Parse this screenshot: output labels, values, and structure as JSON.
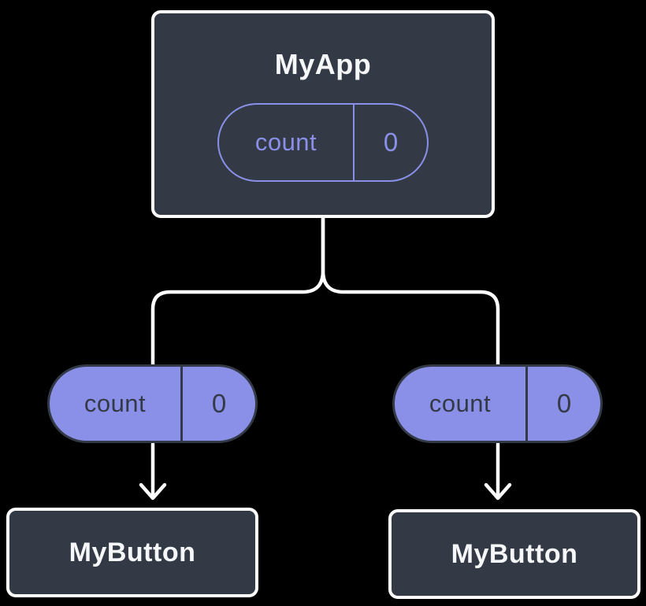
{
  "diagram": {
    "root": {
      "title": "MyApp",
      "state": {
        "name": "count",
        "value": "0"
      }
    },
    "children": [
      {
        "title": "MyButton",
        "prop": {
          "name": "count",
          "value": "0"
        }
      },
      {
        "title": "MyButton",
        "prop": {
          "name": "count",
          "value": "0"
        }
      }
    ]
  },
  "colors": {
    "background": "#000000",
    "node_fill": "#333a46",
    "node_border": "#ffffff",
    "pill_fill": "#8a90e8",
    "pill_outline_stroke": "#8a90e8",
    "pill_text_dark": "#333a46",
    "pill_text_purple": "#8a90e8",
    "text_light": "#f6f7f9",
    "connector": "#ffffff"
  }
}
